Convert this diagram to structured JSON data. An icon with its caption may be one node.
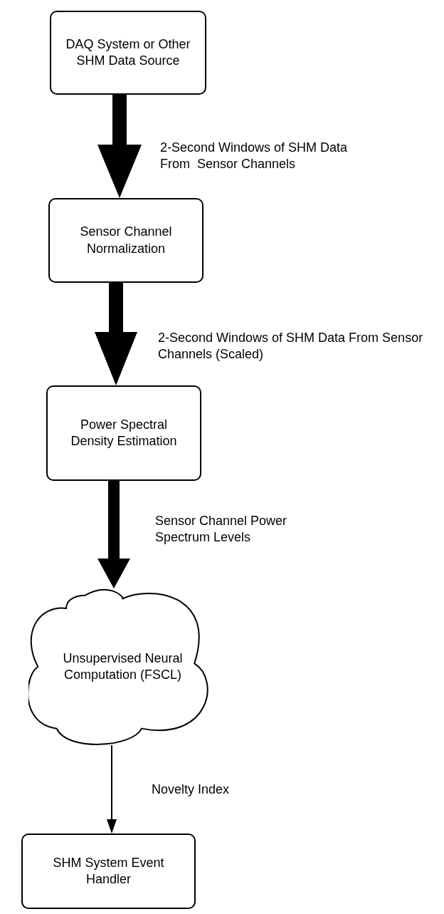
{
  "diagram": {
    "nodes": [
      {
        "text": [
          "DAQ System or Other SHM Data Source"
        ]
      },
      {
        "text": [
          "Sensor Channel Normalization"
        ]
      },
      {
        "text": [
          "Power Spectral Density Estimation"
        ]
      },
      {
        "text": [
          "Unsupervised Neural Computation (FSCL)"
        ]
      },
      {
        "text": [
          "SHM System Event Handler"
        ]
      }
    ],
    "edges": [
      {
        "from": 0,
        "to": 1,
        "arrow": "to",
        "label": "2-Second Windows of SHM Data From  Sensor Channels"
      },
      {
        "from": 1,
        "to": 2,
        "arrow": "to",
        "label": "2-Second Windows of SHM Data From Sensor Channels (Scaled)"
      },
      {
        "from": 2,
        "to": 3,
        "arrow": "to",
        "label": "Sensor Channel Power Spectrum Levels"
      },
      {
        "from": 3,
        "to": 4,
        "arrow": "to",
        "label": "Novelty Index"
      }
    ]
  }
}
